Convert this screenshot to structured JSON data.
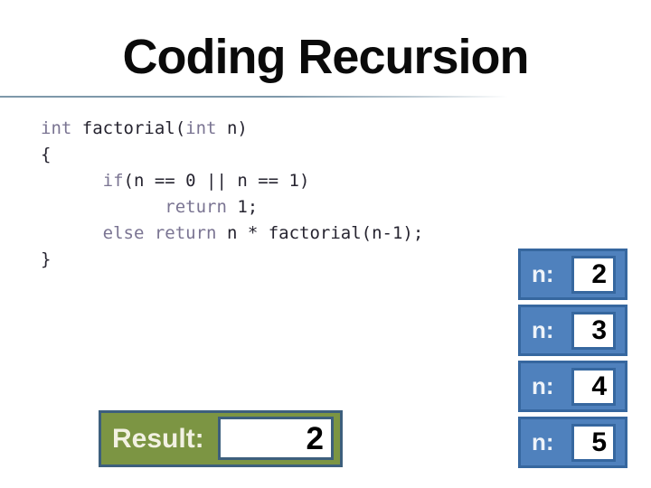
{
  "slide": {
    "title": "Coding Recursion"
  },
  "code": {
    "language": "c",
    "lines": [
      {
        "segments": [
          {
            "type": "kw",
            "text": "int"
          },
          {
            "type": "pl",
            "text": " factorial("
          },
          {
            "type": "kw",
            "text": "int"
          },
          {
            "type": "pl",
            "text": " n)"
          }
        ]
      },
      {
        "segments": [
          {
            "type": "pl",
            "text": "{"
          }
        ]
      },
      {
        "segments": [
          {
            "type": "pl",
            "text": "      "
          },
          {
            "type": "kw",
            "text": "if"
          },
          {
            "type": "pl",
            "text": "(n == 0 || n == 1)"
          }
        ]
      },
      {
        "segments": [
          {
            "type": "pl",
            "text": "            "
          },
          {
            "type": "kw",
            "text": "return"
          },
          {
            "type": "pl",
            "text": " 1;"
          }
        ]
      },
      {
        "segments": [
          {
            "type": "pl",
            "text": "      "
          },
          {
            "type": "kw",
            "text": "else"
          },
          {
            "type": "pl",
            "text": " "
          },
          {
            "type": "kw",
            "text": "return"
          },
          {
            "type": "pl",
            "text": " n * factorial(n-1);"
          }
        ]
      },
      {
        "segments": [
          {
            "type": "pl",
            "text": "}"
          }
        ]
      }
    ]
  },
  "stack": {
    "frames": [
      {
        "label": "n:",
        "value": "2"
      },
      {
        "label": "n:",
        "value": "3"
      },
      {
        "label": "n:",
        "value": "4"
      },
      {
        "label": "n:",
        "value": "5"
      }
    ]
  },
  "result": {
    "label": "Result:",
    "value": "2"
  },
  "colors": {
    "frame_fill": "#4f81bd",
    "frame_border": "#36679f",
    "result_fill": "#7c9543",
    "result_border": "#3d5f7d",
    "code_keyword": "#7a7492",
    "code_plain": "#262430",
    "title_rule": "#7e98aa"
  }
}
